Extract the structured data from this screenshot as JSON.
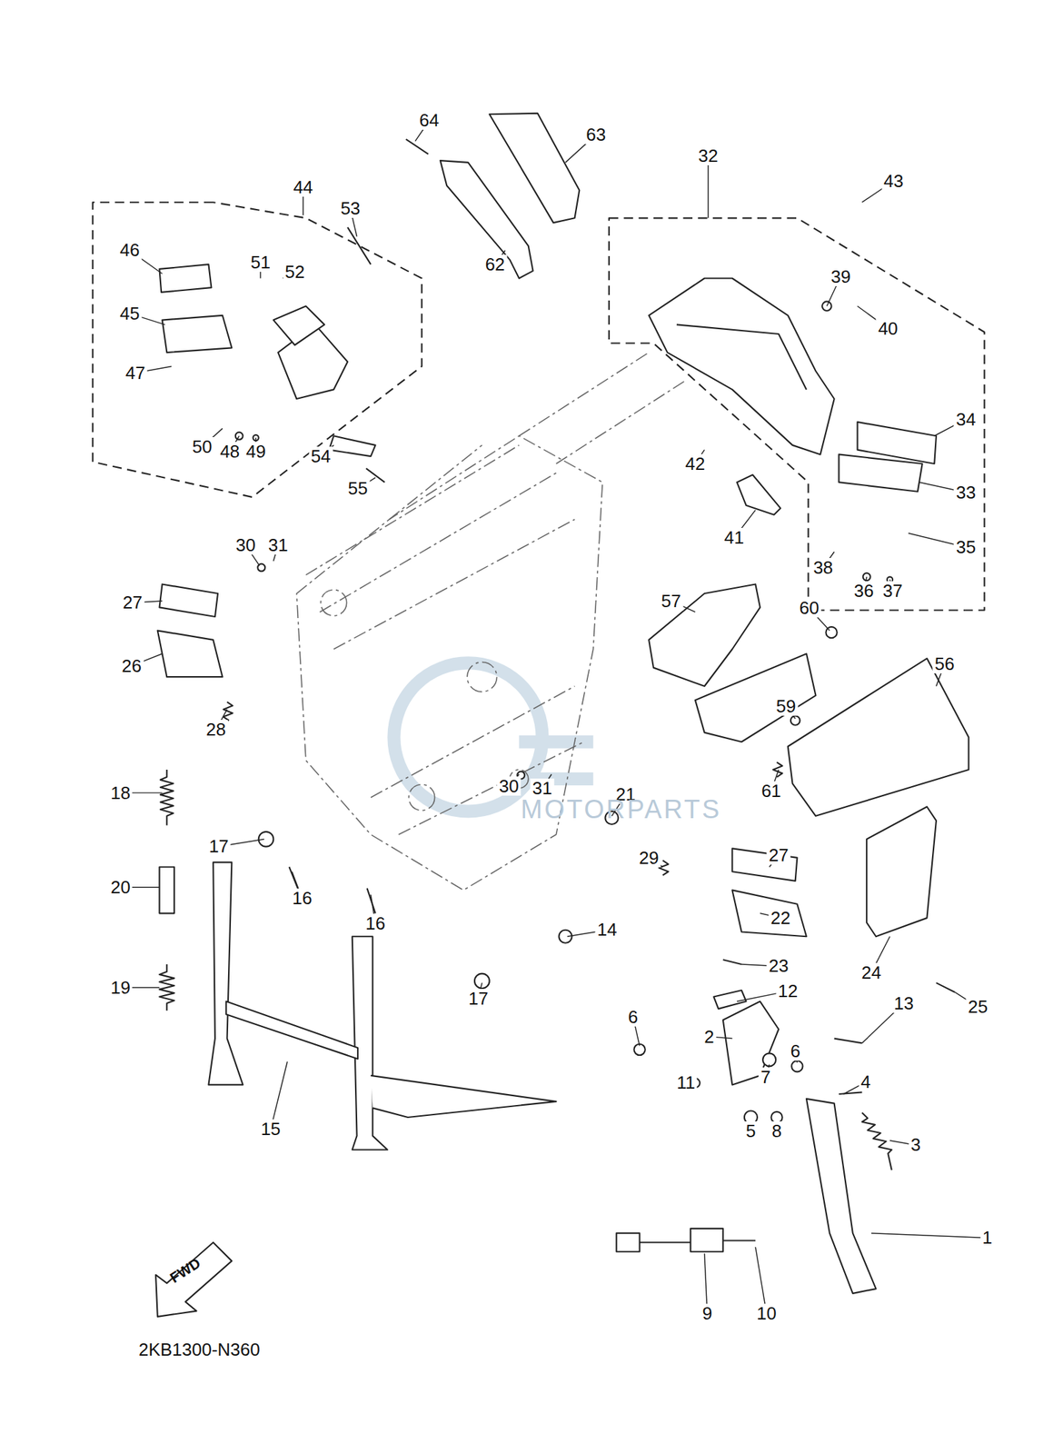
{
  "diagram": {
    "labels": [
      "64",
      "63",
      "32",
      "44",
      "53",
      "43",
      "46",
      "51",
      "52",
      "39",
      "40",
      "45",
      "62",
      "47",
      "42",
      "34",
      "33",
      "50",
      "48",
      "49",
      "54",
      "55",
      "41",
      "35",
      "38",
      "36",
      "37",
      "30",
      "31",
      "27",
      "57",
      "60",
      "56",
      "26",
      "59",
      "28",
      "30",
      "31",
      "61",
      "18",
      "21",
      "17",
      "29",
      "27",
      "20",
      "16",
      "16",
      "22",
      "14",
      "23",
      "24",
      "25",
      "17",
      "19",
      "12",
      "13",
      "6",
      "2",
      "6",
      "4",
      "11",
      "7",
      "15",
      "5",
      "8",
      "3",
      "1",
      "9",
      "10",
      "FWD",
      "2KB1300-N360",
      "MOTORPARTS"
    ]
  }
}
